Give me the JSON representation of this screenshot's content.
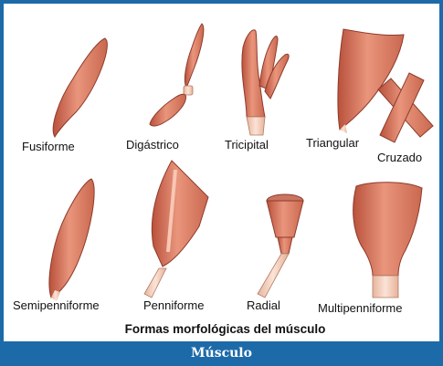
{
  "labels": {
    "fusiforme": "Fusiforme",
    "digastrico": "Digástrico",
    "tricipital": "Tricipital",
    "triangular": "Triangular",
    "cruzado": "Cruzado",
    "semipenniforme": "Semipenniforme",
    "penniforme": "Penniforme",
    "radial": "Radial",
    "multipenniforme": "Multipenniforme"
  },
  "caption": "Formas morfológicas del músculo",
  "footer": "Músculo",
  "colors": {
    "muscle": "#d9806b",
    "muscle_dark": "#b5503c",
    "tendon": "#f3cdb9",
    "frame_blue": "#1d6aa8"
  }
}
